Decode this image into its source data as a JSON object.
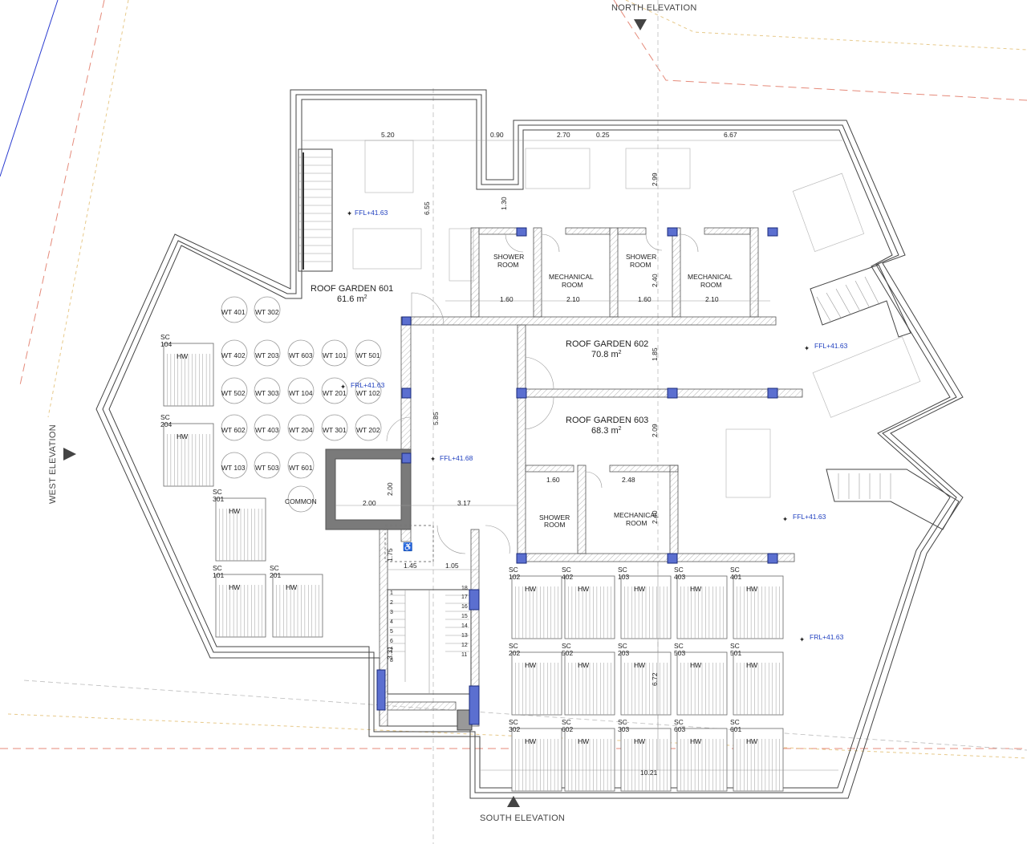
{
  "elevations": {
    "north": "NORTH ELEVATION",
    "south": "SOUTH ELEVATION",
    "west": "WEST ELEVATION"
  },
  "rooms": {
    "rg601": {
      "name": "ROOF GARDEN 601",
      "area": "61.6 m",
      "sup": "2"
    },
    "rg602": {
      "name": "ROOF GARDEN 602",
      "area": "70.8 m",
      "sup": "2"
    },
    "rg603": {
      "name": "ROOF GARDEN 603",
      "area": "68.3 m",
      "sup": "2"
    },
    "shower": {
      "l1": "SHOWER",
      "l2": "ROOM"
    },
    "mech": {
      "l1": "MECHANICAL",
      "l2": "ROOM"
    },
    "common": "COMMON"
  },
  "levels": {
    "ffl_a": "FFL+41.63",
    "ffl_b": "FFL+41.63",
    "frl_a": "FRL+41.63",
    "ffl_c": "FFL+41.68",
    "ffl_d": "FFL+41.63",
    "frl_b": "FRL+41.63"
  },
  "dimensions": {
    "d520": "5.20",
    "d090": "0.90",
    "d270": "2.70",
    "d025": "0.25",
    "d667": "6.67",
    "d655": "6.55",
    "d130": "1.30",
    "d299": "2.99",
    "d160a": "1.60",
    "d210a": "2.10",
    "d160b": "1.60",
    "d210b": "2.10",
    "d240a": "2.40",
    "d185": "1.85",
    "d585": "5.85",
    "d209": "2.09",
    "d200h": "2.00",
    "d200v": "2.00",
    "d317": "3.17",
    "d160c": "1.60",
    "d248": "2.48",
    "d240b": "2.40",
    "d175": "1.75",
    "d145": "1.45",
    "d105": "1.05",
    "d331": "3.31",
    "d672": "6.72",
    "d1021": "10.21"
  },
  "water_tanks": [
    "WT 401",
    "WT 302",
    "WT 402",
    "WT 203",
    "WT 603",
    "WT 101",
    "WT 501",
    "WT 502",
    "WT 303",
    "WT 104",
    "WT 201",
    "WT 102",
    "WT 602",
    "WT 403",
    "WT 204",
    "WT 301",
    "WT 202",
    "WT 103",
    "WT 503",
    "WT 601"
  ],
  "solar_collectors": {
    "sc_prefix": "SC",
    "hw": "HW",
    "west": [
      "104",
      "204",
      "301",
      "101",
      "201"
    ],
    "south": [
      "102",
      "402",
      "103",
      "403",
      "401",
      "202",
      "502",
      "203",
      "503",
      "501",
      "302",
      "602",
      "303",
      "603",
      "601"
    ]
  },
  "stairs": [
    "18",
    "17",
    "16",
    "15",
    "14",
    "13",
    "12",
    "11"
  ],
  "stair_left": [
    "1",
    "2",
    "3",
    "4",
    "5",
    "6",
    "7",
    "8"
  ]
}
